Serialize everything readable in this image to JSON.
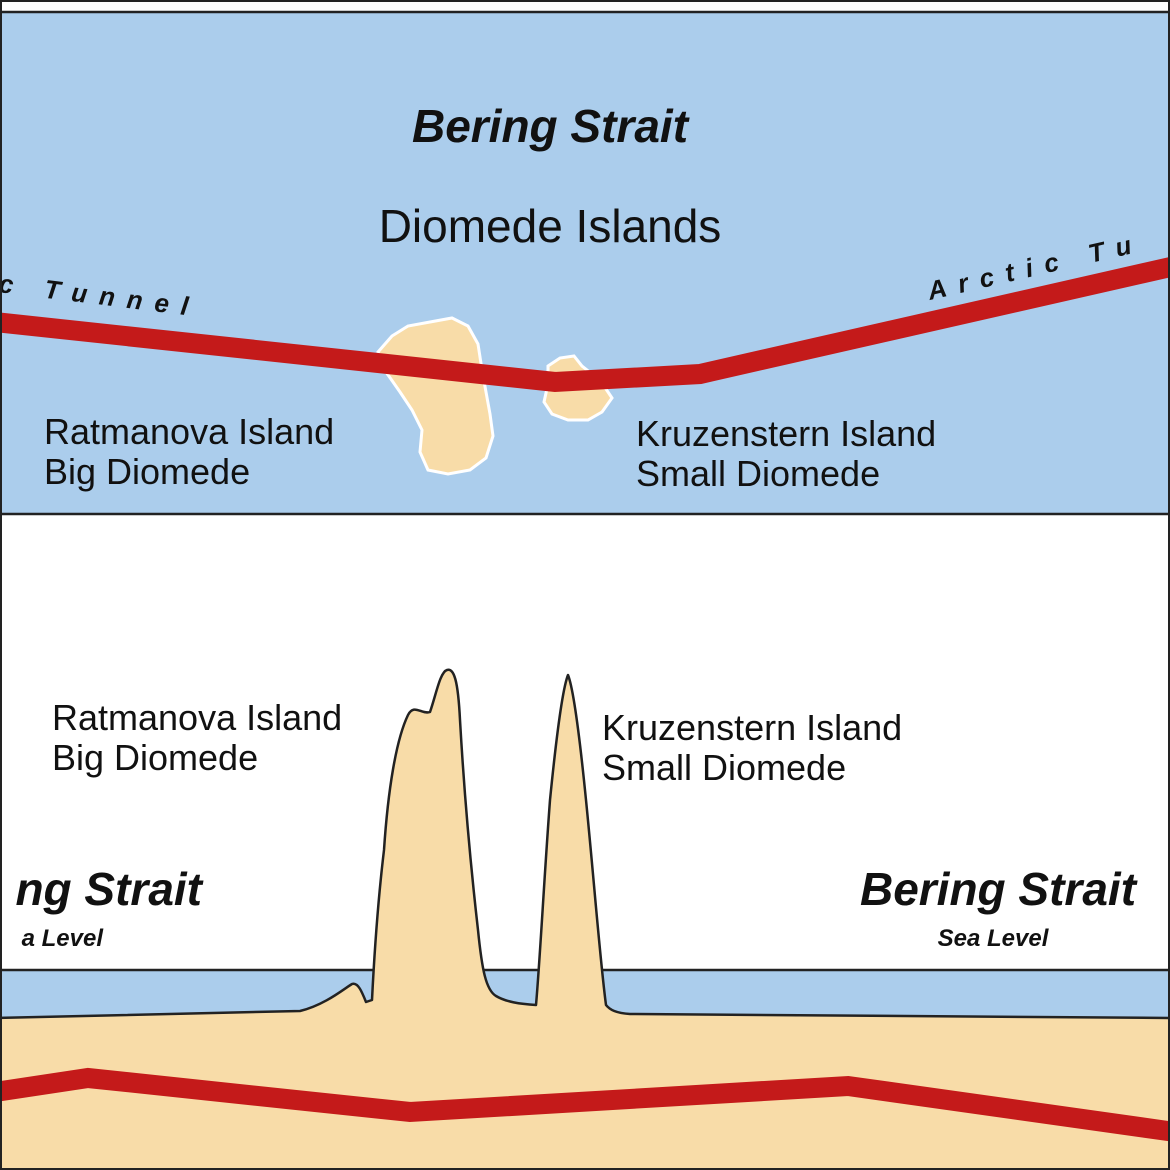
{
  "colors": {
    "water": "#abcdec",
    "land": "#f8dca8",
    "tunnel": "#c41a1a",
    "outline": "#222222",
    "background": "#ffffff"
  },
  "map_view": {
    "title": "Bering Strait",
    "subtitle": "Diomede Islands",
    "tunnel_label_left": "c Tunnel",
    "tunnel_label_right": "Arctic Tu",
    "big_island": {
      "name": "Ratmanova Island",
      "alt_name": "Big Diomede"
    },
    "small_island": {
      "name": "Kruzenstern Island",
      "alt_name": "Small Diomede"
    }
  },
  "profile_view": {
    "big_island": {
      "name": "Ratmanova Island",
      "alt_name": "Big Diomede"
    },
    "small_island": {
      "name": "Kruzenstern Island",
      "alt_name": "Small Diomede"
    },
    "left_label": {
      "title": "ng Strait",
      "sub": "a Level"
    },
    "right_label": {
      "title": "Bering Strait",
      "sub": "Sea Level"
    }
  }
}
